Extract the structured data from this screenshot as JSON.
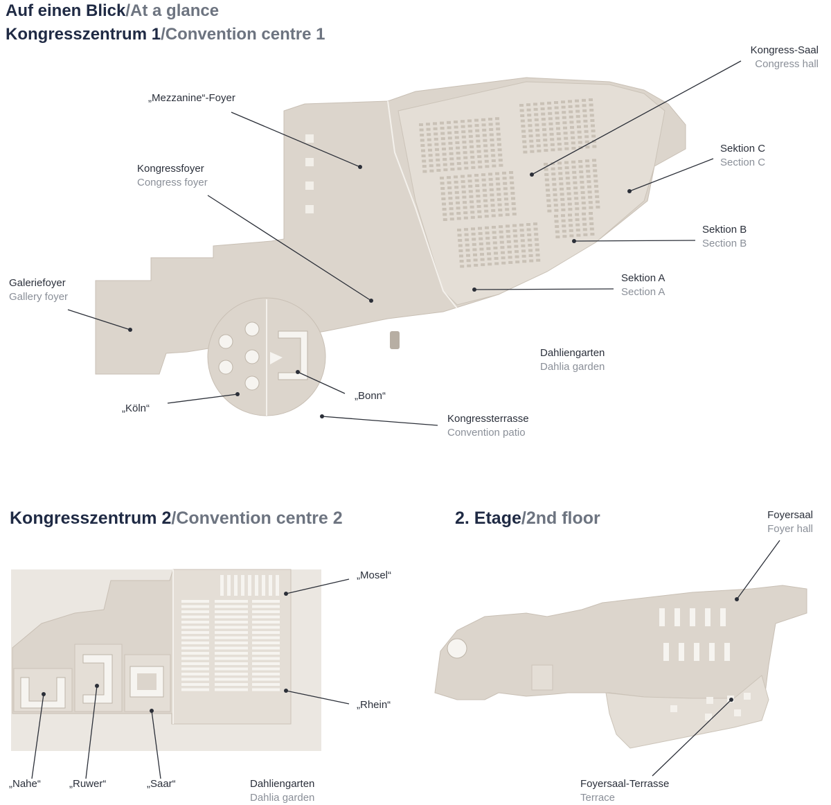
{
  "headings": {
    "main": {
      "de": "Auf einen Blick",
      "en": "At a glance"
    },
    "cc1": {
      "de": "Kongresszentrum 1",
      "en": "Convention centre 1"
    },
    "cc2": {
      "de": "Kongresszentrum 2",
      "en": "Convention centre 2"
    },
    "floor2": {
      "de": "2. Etage",
      "en": "2nd floor"
    },
    "separator": "/"
  },
  "labels_cc1": {
    "kongress_saal": {
      "de": "Kongress-Saal",
      "en": "Congress hall"
    },
    "mezzanine": {
      "de": "„Mezzanine“-Foyer"
    },
    "kongressfoyer": {
      "de": "Kongressfoyer",
      "en": "Congress foyer"
    },
    "sektion_c": {
      "de": "Sektion C",
      "en": "Section C"
    },
    "sektion_b": {
      "de": "Sektion B",
      "en": "Section B"
    },
    "sektion_a": {
      "de": "Sektion A",
      "en": "Section A"
    },
    "galeriefoyer": {
      "de": "Galeriefoyer",
      "en": "Gallery foyer"
    },
    "dahliengarten": {
      "de": "Dahliengarten",
      "en": "Dahlia garden"
    },
    "bonn": {
      "de": "„Bonn“"
    },
    "koeln": {
      "de": "„Köln“"
    },
    "kongressterrasse": {
      "de": "Kongressterrasse",
      "en": "Convention patio"
    }
  },
  "labels_cc2": {
    "mosel": {
      "de": "„Mosel“"
    },
    "rhein": {
      "de": "„Rhein“"
    },
    "nahe": {
      "de": "„Nahe“"
    },
    "ruwer": {
      "de": "„Ruwer“"
    },
    "saar": {
      "de": "„Saar“"
    },
    "dahliengarten": {
      "de": "Dahliengarten",
      "en": "Dahlia garden"
    }
  },
  "labels_floor2": {
    "foyersaal": {
      "de": "Foyersaal",
      "en": "Foyer hall"
    },
    "terrasse": {
      "de": "Foyersaal-Terrasse",
      "en": "Terrace"
    }
  },
  "colors": {
    "floor": "#dcd5cc",
    "text_dark": "#1f2a44",
    "text_grey": "#8a8f98"
  }
}
